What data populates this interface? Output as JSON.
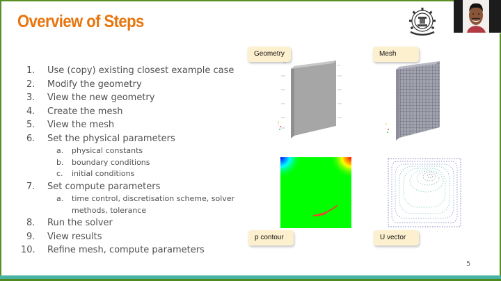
{
  "slide": {
    "title": "Overview of Steps",
    "page_number": "5",
    "colors": {
      "title": "#e8740c",
      "frame_green": "#5a8f23",
      "bottom_teal": "#48b3a3",
      "body_text": "#505050",
      "tag_background": "#fdf0cf"
    }
  },
  "steps": [
    {
      "num": "1.",
      "text": "Use (copy) existing closest example case"
    },
    {
      "num": "2.",
      "text": "Modify the geometry"
    },
    {
      "num": "3.",
      "text": "View the new geometry"
    },
    {
      "num": "4.",
      "text": "Create the mesh"
    },
    {
      "num": "5.",
      "text": "View the mesh"
    },
    {
      "num": "6.",
      "text": "Set the physical parameters",
      "sub": [
        {
          "num": "a.",
          "text": "physical constants"
        },
        {
          "num": "b.",
          "text": "boundary conditions"
        },
        {
          "num": "c.",
          "text": "initial conditions"
        }
      ]
    },
    {
      "num": "7.",
      "text": "Set compute parameters",
      "sub": [
        {
          "num": "a.",
          "text": "time control, discretisation scheme, solver methods, tolerance"
        }
      ]
    },
    {
      "num": "8.",
      "text": "Run the solver"
    },
    {
      "num": "9.",
      "text": "View results"
    },
    {
      "num": "10.",
      "text": "Refine mesh, compute parameters"
    }
  ],
  "figures": {
    "geometry": {
      "label": "Geometry"
    },
    "mesh": {
      "label": "Mesh"
    },
    "p_contour": {
      "label": "p contour"
    },
    "u_vector": {
      "label": "U vector"
    }
  },
  "logo": {
    "name": "institute-logo"
  },
  "webcam": {
    "name": "presenter-video"
  }
}
